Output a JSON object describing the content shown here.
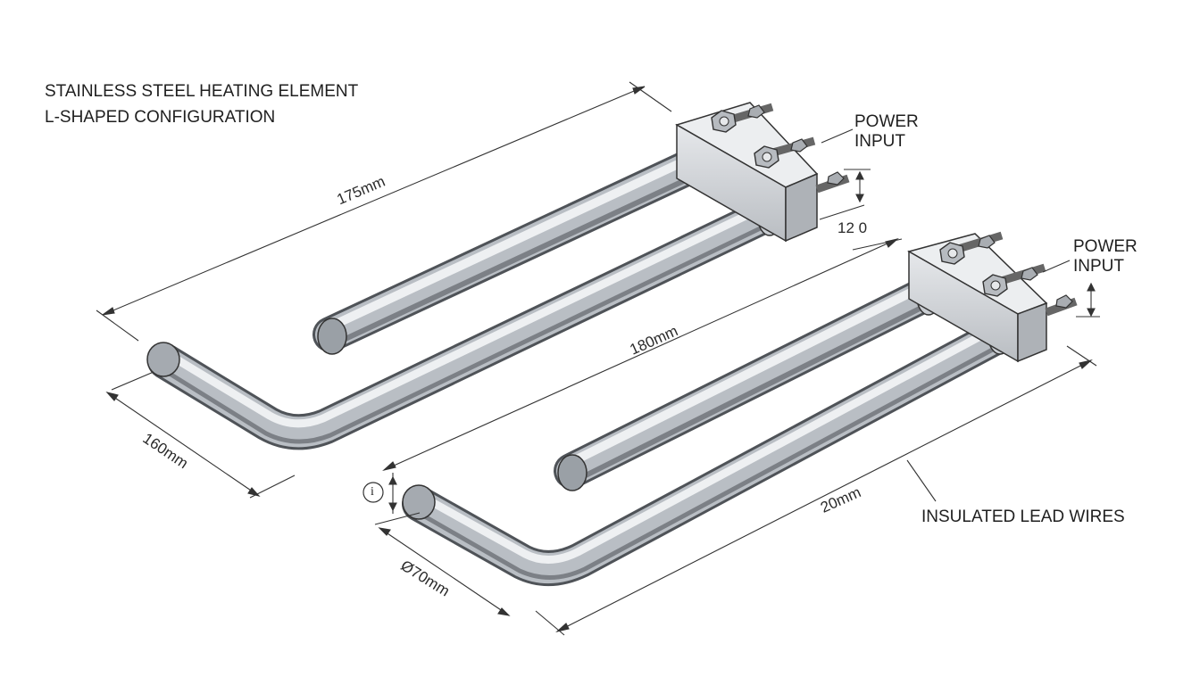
{
  "title": {
    "line1": "STAINLESS STEEL HEATING ELEMENT",
    "line2": "L-SHAPED CONFIGURATION"
  },
  "callouts": {
    "power_input_1": {
      "line1": "POWER",
      "line2": "INPUT"
    },
    "power_input_2": {
      "line1": "POWER",
      "line2": "INPUT"
    },
    "insulated_lead_wires": "INSULATED LEAD WIRES"
  },
  "dimensions": {
    "overall_length_1": "175mm",
    "leg_length_1": "160mm",
    "terminal_height_1": "12 0",
    "overall_length_2": "180mm",
    "lower_length_2": "20mm",
    "leg_diameter_2": "Ø70mm",
    "info_marker": "i"
  },
  "colors": {
    "line": "#333333",
    "tube_dark": "#6e7277",
    "tube_mid": "#b9bec4",
    "tube_light": "#eef0f2",
    "block": "#d3d6da",
    "nut": "#b7bbc0"
  }
}
